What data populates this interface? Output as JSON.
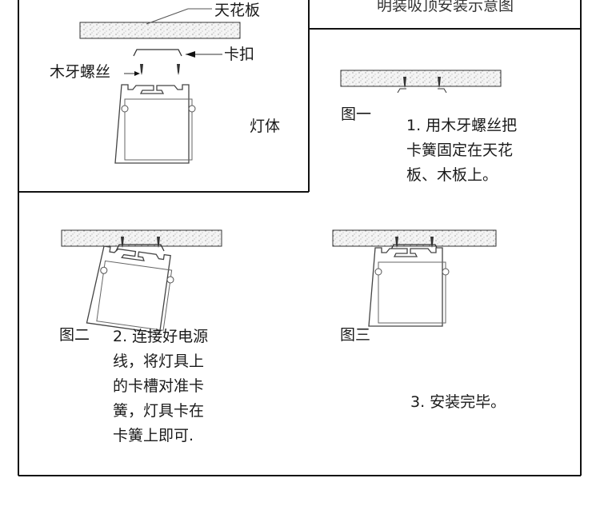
{
  "title": "明装吸顶安装示意图",
  "labels": {
    "ceiling": "天花板",
    "clip": "卡扣",
    "screw": "木牙螺丝",
    "lamp_body": "灯体"
  },
  "steps": [
    {
      "figure": "图一",
      "text": "1. 用木牙螺丝把\n卡簧固定在天花\n板、木板上。"
    },
    {
      "figure": "图二",
      "text": "2. 连接好电源\n线，将灯具上\n的卡槽对准卡\n簧，灯具卡在\n卡簧上即可."
    },
    {
      "figure": "图三",
      "text": "3. 安装完毕。"
    }
  ]
}
